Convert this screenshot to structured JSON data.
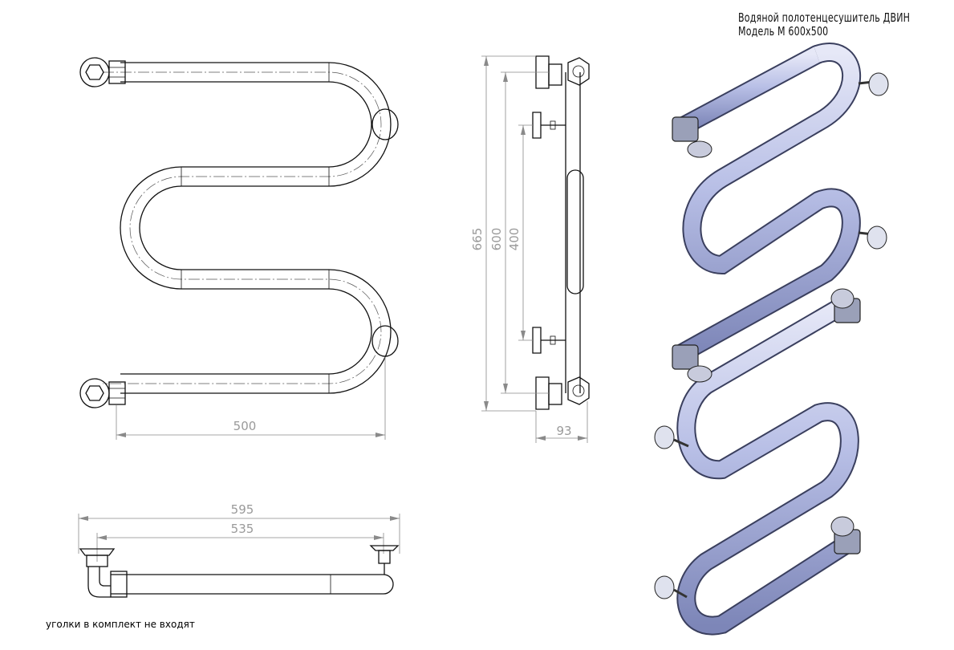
{
  "title": {
    "line1": "Водяной полотенцесушитель ДВИН",
    "line2": "Модель М 600х500"
  },
  "note": "уголки в комплект не входят",
  "dimensions": {
    "front_width": "500",
    "side_total_height": "665",
    "side_axis_height": "600",
    "side_mount_height": "400",
    "side_depth": "93",
    "top_overall": "595",
    "top_axis": "535"
  },
  "colors": {
    "tube_fill": "#b8bfe6",
    "tube_edge": "#3a3f5e",
    "line": "#111111",
    "dimension": "#8a8a8a"
  }
}
